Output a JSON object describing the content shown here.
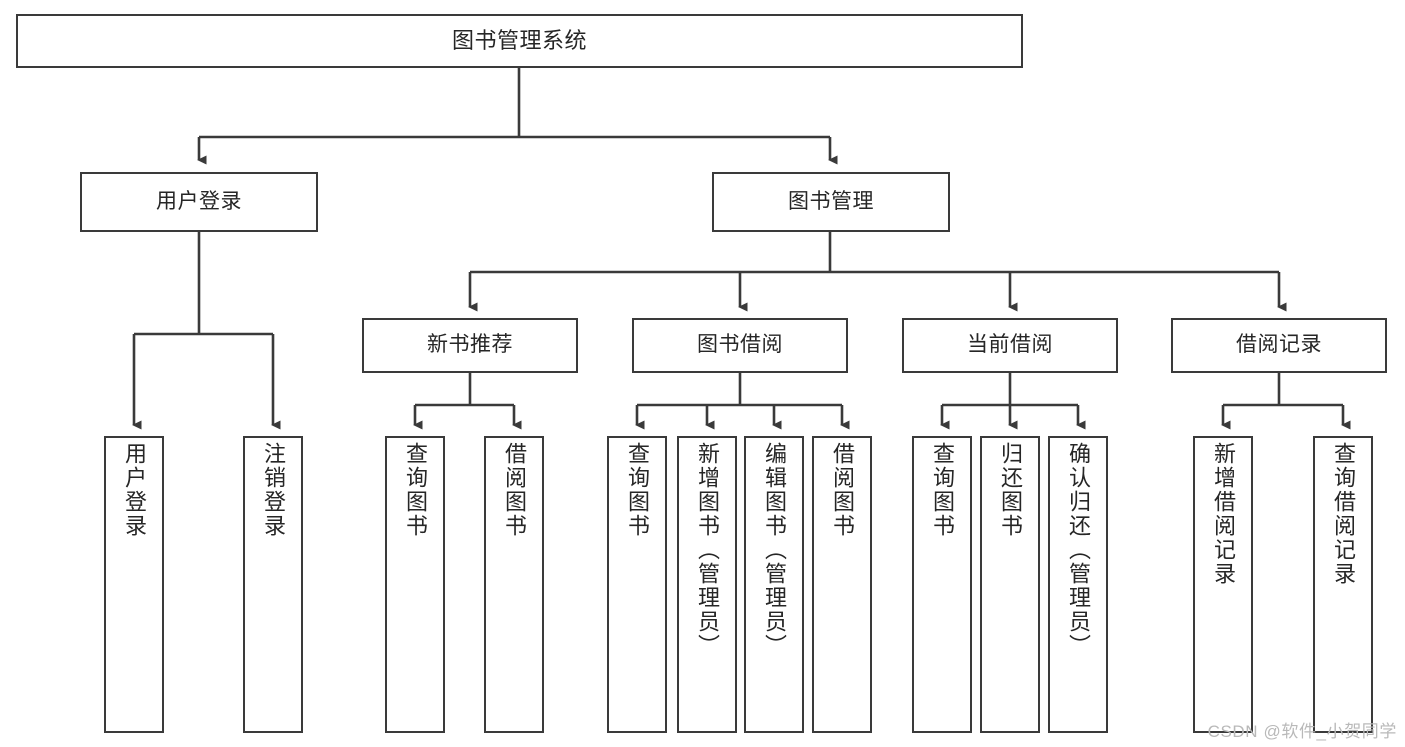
{
  "diagram": {
    "title": "图书管理系统",
    "watermark": "CSDN @软件_小贺同学",
    "stroke_color": "#3a3a3a",
    "text_color": "#262626",
    "background_color": "#ffffff",
    "root": {
      "label": "图书管理系统"
    },
    "level1": [
      {
        "label": "用户登录"
      },
      {
        "label": "图书管理"
      }
    ],
    "level2": [
      {
        "label": "新书推荐"
      },
      {
        "label": "图书借阅"
      },
      {
        "label": "当前借阅"
      },
      {
        "label": "借阅记录"
      }
    ],
    "leaves": {
      "user_login": [
        {
          "label": "用户登录"
        },
        {
          "label": "注销登录"
        }
      ],
      "new_book": [
        {
          "label": "查询图书"
        },
        {
          "label": "借阅图书"
        }
      ],
      "book_borrow": [
        {
          "label": "查询图书"
        },
        {
          "label": "新增图书（管理员）"
        },
        {
          "label": "编辑图书（管理员）"
        },
        {
          "label": "借阅图书"
        }
      ],
      "current_borrow": [
        {
          "label": "查询图书"
        },
        {
          "label": "归还图书"
        },
        {
          "label": "确认归还（管理员）"
        }
      ],
      "borrow_record": [
        {
          "label": "新增借阅记录"
        },
        {
          "label": "查询借阅记录"
        }
      ]
    }
  }
}
